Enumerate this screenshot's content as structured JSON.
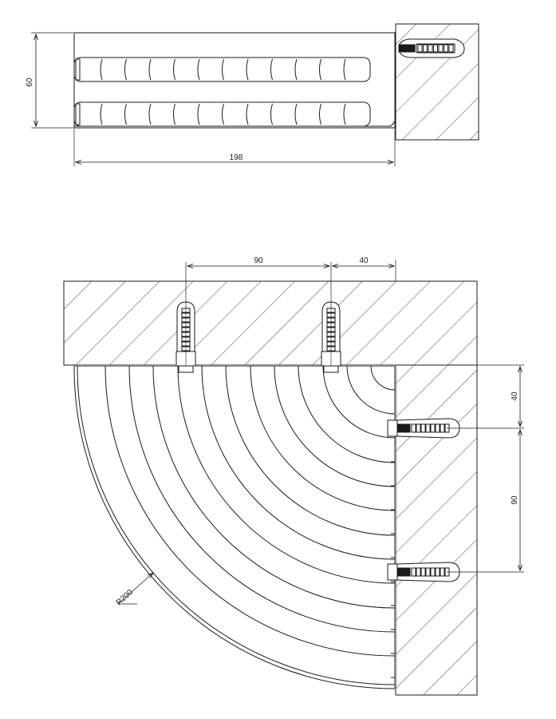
{
  "elevation_view": {
    "height_dim": "60",
    "width_dim": "198"
  },
  "plan_view": {
    "top_spacing_dim": "90",
    "top_edge_dim": "40",
    "side_edge_dim": "40",
    "side_spacing_dim": "90",
    "radius_dim": "R200"
  },
  "colors": {
    "line": "#1a1a1a",
    "background": "#ffffff"
  },
  "icons": [
    "wall-anchor-icon",
    "hatch-pattern"
  ]
}
